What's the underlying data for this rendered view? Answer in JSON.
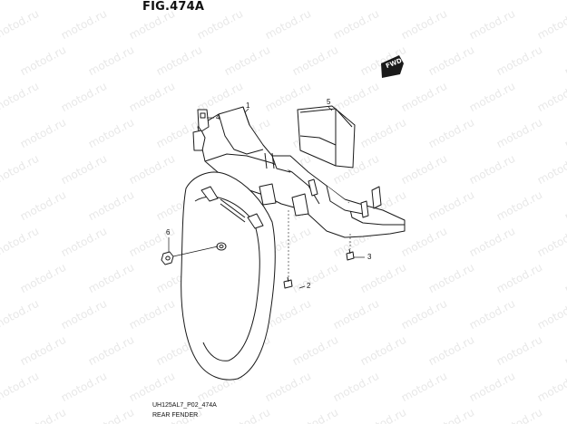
{
  "figure": {
    "title": "FIG.474A",
    "code": "UH125AL7_P02_474A",
    "caption": "REAR FENDER"
  },
  "watermark": {
    "text": "motod.ru"
  },
  "fwd_label": "FWD",
  "callouts": [
    "1",
    "2",
    "3",
    "4",
    "5",
    "6"
  ],
  "colors": {
    "line": "#1a1a1a",
    "fill": "#ffffff",
    "watermark": "#e8e8e8"
  }
}
